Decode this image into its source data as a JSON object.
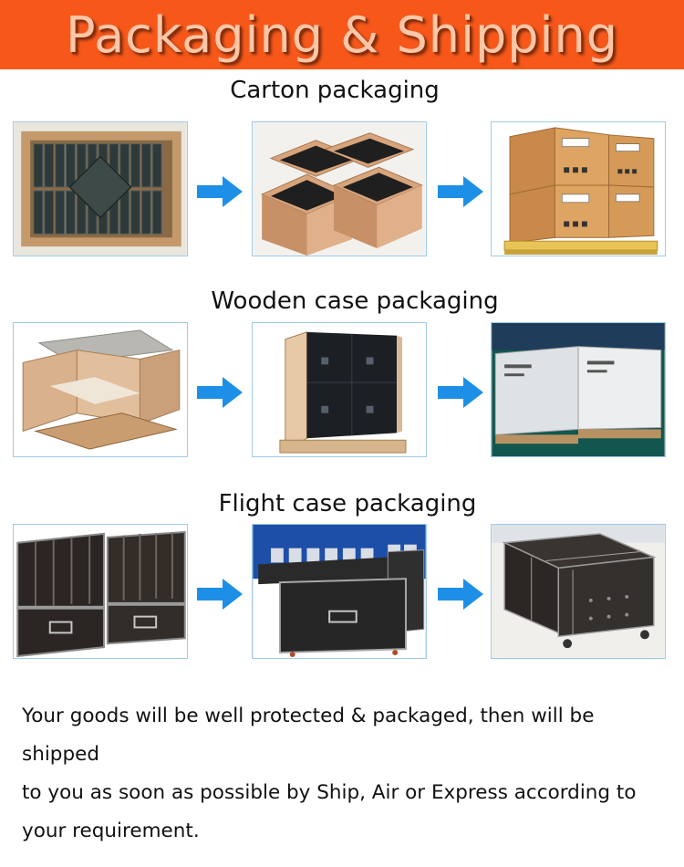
{
  "banner": {
    "title": "Packaging & Shipping"
  },
  "sections": [
    {
      "title": "Carton packaging"
    },
    {
      "title": "Wooden case packaging"
    },
    {
      "title": "Flight case packaging"
    }
  ],
  "footer": {
    "line1": "Your goods will be well protected & packaged, then will be shipped",
    "line2": "to you as soon as possible by Ship, Air or Express according to",
    "line3": "your requirement."
  },
  "colors": {
    "banner": "#f7581a",
    "banner_text": "#ffc7a8",
    "arrow": "#1e8fe6",
    "photo_border": "#9fcbe8"
  }
}
